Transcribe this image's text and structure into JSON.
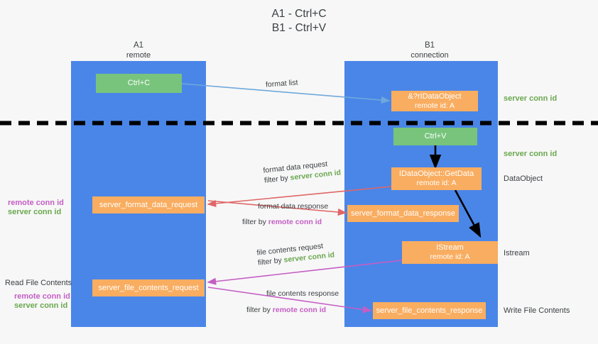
{
  "title": {
    "line1": "A1 - Ctrl+C",
    "line2": "B1 - Ctrl+V"
  },
  "columns": [
    {
      "name": "A1",
      "sub": "remote"
    },
    {
      "name": "B1",
      "sub": "connection"
    }
  ],
  "boxes": {
    "ctrl_c": "Ctrl+C",
    "ctrl_v": "Ctrl+V",
    "idataobject": {
      "line1": "&?rIDataObject",
      "line2": "remote id: A"
    },
    "getdata": {
      "line1": "IDataObject::GetData",
      "line2": "remote id: A"
    },
    "istream": {
      "line1": "IStream",
      "line2": "remote id: A"
    },
    "server_format_data_request": "server_format_data_request",
    "server_format_data_response": "server_format_data_response",
    "server_file_contents_request": "server_file_contents_request",
    "server_file_contents_response": "server_file_contents_response"
  },
  "right_labels": {
    "server_conn_id_top": "server conn id",
    "server_conn_id_mid": "server conn id",
    "dataobject": "DataObject",
    "istream": "Istream",
    "write_file_contents": "Write File Contents"
  },
  "left_labels": {
    "remote_conn_id_1": "remote conn id",
    "server_conn_id_1": "server conn id",
    "read_file_contents": "Read File Contents",
    "remote_conn_id_2": "remote conn id",
    "server_conn_id_2": "server conn id"
  },
  "edges": {
    "format_list": "format list",
    "format_data_request": "format data request",
    "format_data_request_filter_prefix": "filter by ",
    "format_data_request_filter_value": "server conn id",
    "format_data_response": "format data response",
    "format_data_response_filter_prefix": "filter by ",
    "format_data_response_filter_value": "remote conn id",
    "file_contents_request": "file contents request",
    "file_contents_request_filter_prefix": "filter by ",
    "file_contents_request_filter_value": "server conn id",
    "file_contents_response": "file contents response",
    "file_contents_response_filter_prefix": "filter by ",
    "file_contents_response_filter_value": "remote conn id"
  },
  "colors": {
    "lane": "#4a86e8",
    "box_orange": "#f9ad60",
    "box_green": "#78c47c",
    "green_text": "#6aa84f",
    "magenta_text": "#c45ec4",
    "arrow_blue": "#6fa8dc",
    "arrow_red": "#e06666",
    "arrow_magenta": "#c45ec4",
    "arrow_black": "#000000",
    "background": "#f7f7f7"
  }
}
